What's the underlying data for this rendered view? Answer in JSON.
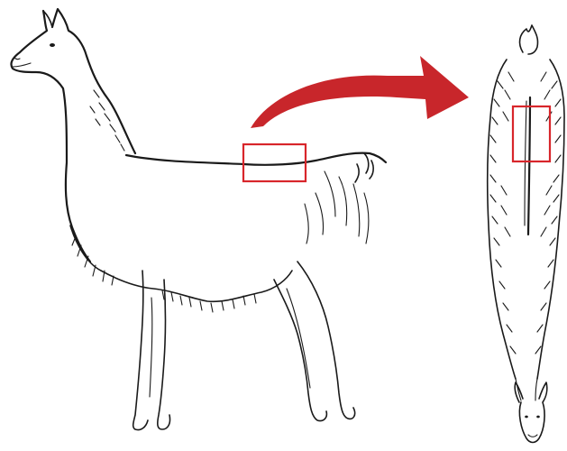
{
  "diagram": {
    "subject": "llama",
    "views": [
      "side-view",
      "top-view"
    ],
    "colors": {
      "ink": "#1a1a1a",
      "highlight_box": "#d8262b",
      "arrow": "#c8262b",
      "background": "#ffffff"
    }
  }
}
